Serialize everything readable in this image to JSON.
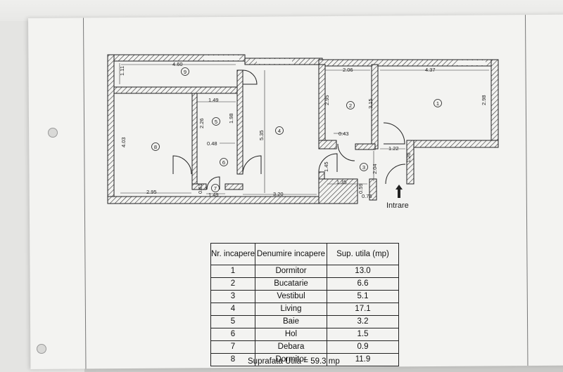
{
  "plan": {
    "dimensions": {
      "d460": "4.60",
      "d111": "1.11",
      "d149a": "1.49",
      "d226": "2.26",
      "d198": "1.98",
      "d048": "0.48",
      "d403": "4.03",
      "d295": "2.95",
      "d061": "0.61",
      "d149b": "1.49",
      "d320": "3.20",
      "d535": "5.35",
      "d206": "2.06",
      "d295b": "2.95",
      "d315": "3.15",
      "d043": "0.43",
      "d437": "4.37",
      "d298": "2.98",
      "d122": "1.22",
      "d120": "1.20",
      "d145": "1.45",
      "d135": "1.35",
      "d059": "0.59",
      "d076": "0.76",
      "d204": "2.04"
    },
    "room_numbers": {
      "r1": "1",
      "r2": "2",
      "r3": "3",
      "r4": "4",
      "r5": "5",
      "r6": "6",
      "r7": "7",
      "r8": "8",
      "r9": "9"
    },
    "entrance_label": "Intrare"
  },
  "table": {
    "headers": [
      "Nr. incapere",
      "Denumire incapere",
      "Sup. utila (mp)"
    ],
    "rows": [
      {
        "nr": "1",
        "name": "Dormitor",
        "area": "13.0"
      },
      {
        "nr": "2",
        "name": "Bucatarie",
        "area": "6.6"
      },
      {
        "nr": "3",
        "name": "Vestibul",
        "area": "5.1"
      },
      {
        "nr": "4",
        "name": "Living",
        "area": "17.1"
      },
      {
        "nr": "5",
        "name": "Baie",
        "area": "3.2"
      },
      {
        "nr": "6",
        "name": "Hol",
        "area": "1.5"
      },
      {
        "nr": "7",
        "name": "Debara",
        "area": "0.9"
      },
      {
        "nr": "8",
        "name": "Dormitor",
        "area": "11.9"
      }
    ],
    "summary_label": "Suprafata Utila =",
    "summary_value": "59.3",
    "summary_unit": "mp"
  }
}
